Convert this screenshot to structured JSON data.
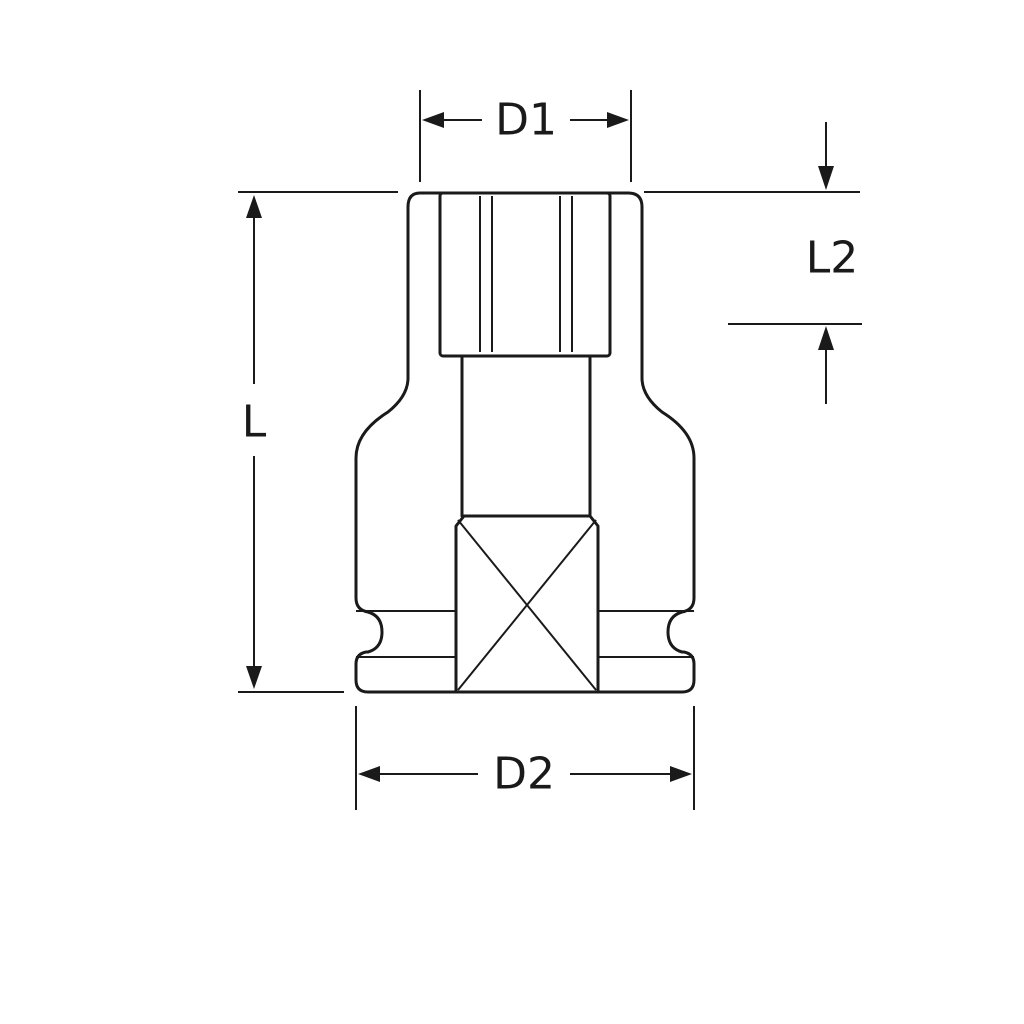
{
  "diagram": {
    "labels": {
      "d1": "D1",
      "d2": "D2",
      "l": "L",
      "l2": "L2"
    },
    "colors": {
      "line": "#1a1a1a",
      "background": "#ffffff"
    }
  }
}
